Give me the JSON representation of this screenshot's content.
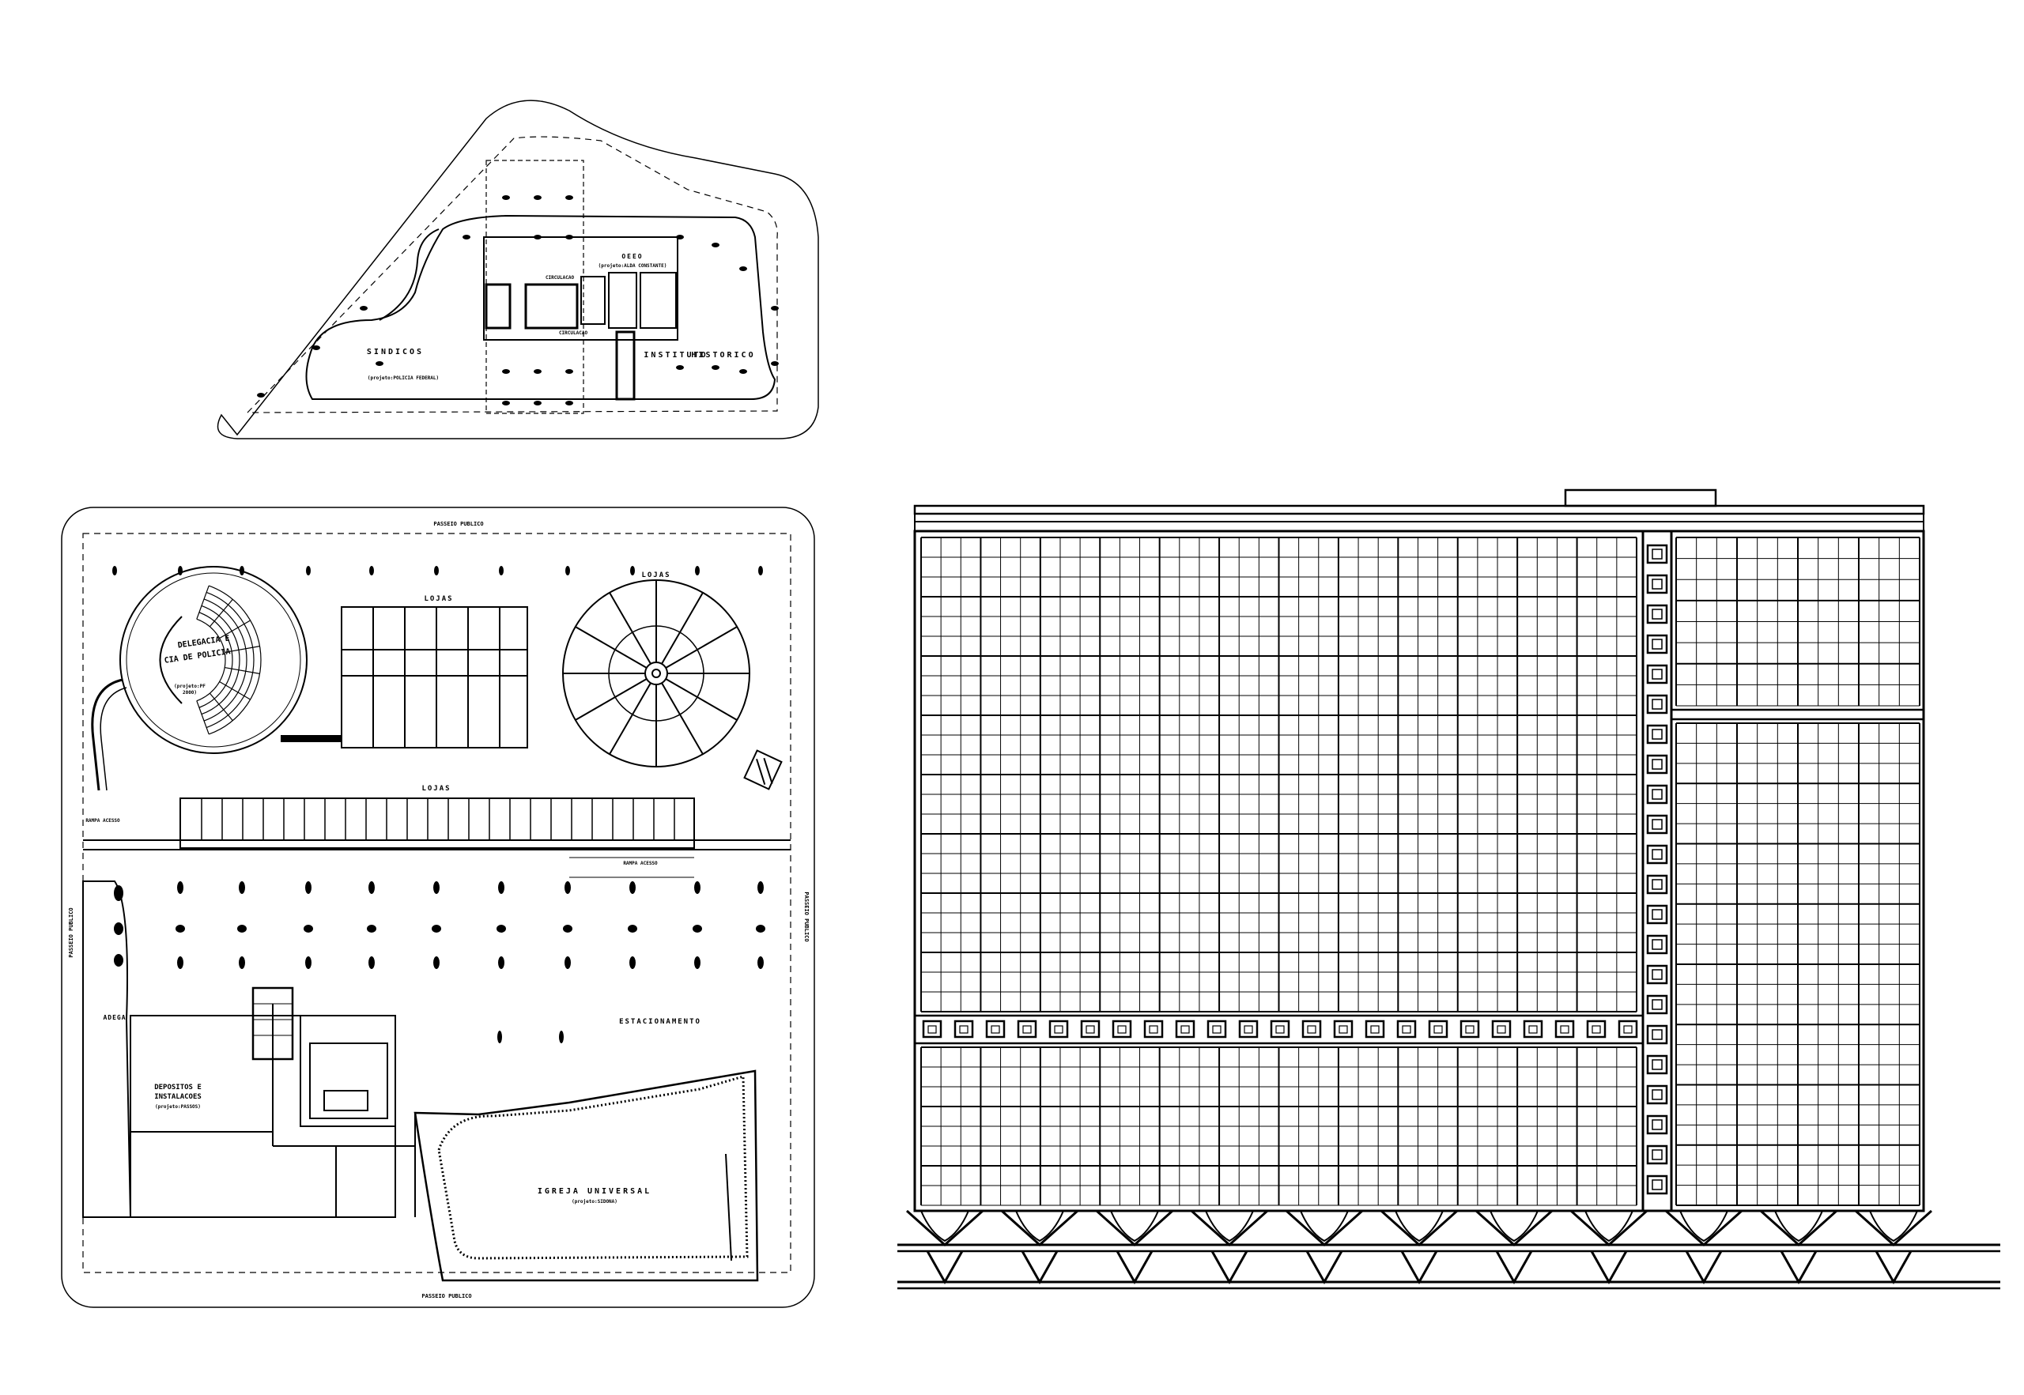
{
  "palette": {
    "ink": "#000000",
    "paper": "#ffffff"
  },
  "upper_plan": {
    "sindicos_label": "SINDICOS",
    "sindicos_sub": "(projeto:POLICIA FEDERAL)",
    "instituto_label": "INSTITUTO",
    "historico_label": "HISTORICO",
    "circulacao_top": "CIRCULACAO",
    "circulacao_bottom": "CIRCULACAO",
    "oeeo_label": "OEEO",
    "oeeo_sub": "(projeto:ALDA CONSTANTE)"
  },
  "lower_plan": {
    "passeio_top": "PASSEIO PUBLICO",
    "passeio_bottom": "PASSEIO PUBLICO",
    "passeio_left": "PASSEIO PUBLICO",
    "passeio_right": "PASSEIO PUBLICO",
    "delegacia_line1": "DELEGACIA E",
    "delegacia_line2": "CIA DE POLICIA",
    "delegacia_sub1": "(projeto:PF",
    "delegacia_sub2": "2000)",
    "lojas_grid": "LOJAS",
    "lojas_circle": "LOJAS",
    "lojas_strip": "LOJAS",
    "rampa_left": "RAMPA ACESSO",
    "rampa_mid": "RAMPA ACESSO",
    "adega": "ADEGA",
    "estacionamento": "ESTACIONAMENTO",
    "depositos_line1": "DEPOSITOS E",
    "depositos_line2": "INSTALACOES",
    "depositos_sub": "(projeto:PASSOS)",
    "igreja_label": "IGREJA UNIVERSAL",
    "igreja_sub": "(projeto:SIDONA)"
  }
}
